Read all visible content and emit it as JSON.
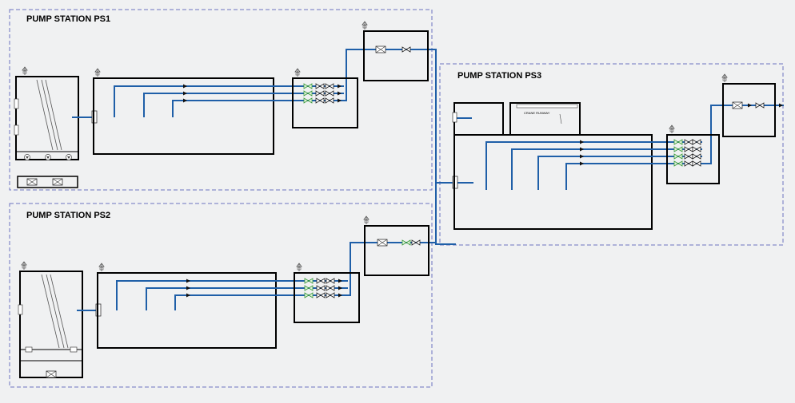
{
  "stations": [
    {
      "id": "ps1",
      "title": "PUMP STATION PS1"
    },
    {
      "id": "ps2",
      "title": "PUMP STATION PS2"
    },
    {
      "id": "ps3",
      "title": "PUMP STATION PS3"
    }
  ],
  "crane_label": "CRANE RUNWAY",
  "colors": {
    "background": "#f0f1f2",
    "pipe": "#1f5fa8",
    "boundary": "#6c72c0",
    "check_valve": "#3c9a3c",
    "equipment_outline": "#000000"
  },
  "icons": {
    "vent": "vent-icon",
    "check_valve": "check-valve-icon",
    "gate_valve": "gate-valve-icon",
    "flow_arrow": "flow-arrow-icon",
    "pump": "pump-icon",
    "flowmeter": "flowmeter-icon"
  }
}
